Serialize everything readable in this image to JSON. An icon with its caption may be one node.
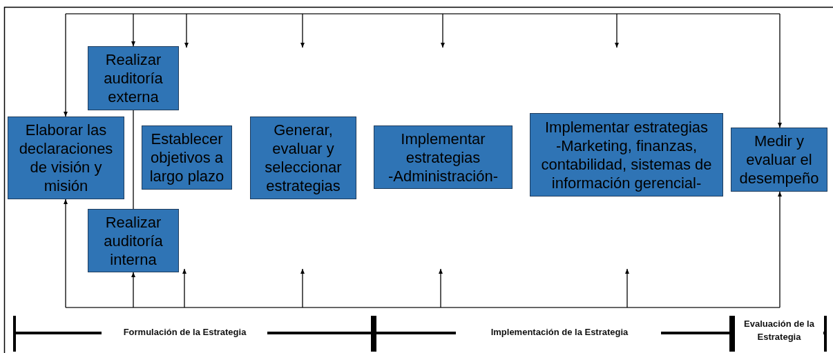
{
  "diagram": {
    "nodes": [
      {
        "text": [
          "Realizar auditoría externa"
        ]
      },
      {
        "text": [
          "Elaborar las declaraciones de visión y misión"
        ]
      },
      {
        "text": [
          "Establecer objetivos a largo plazo"
        ]
      },
      {
        "text": [
          "Generar, evaluar y seleccionar estrategias"
        ]
      },
      {
        "text": [
          "Implementar estrategias -Administración-"
        ]
      },
      {
        "text": [
          "Implementar estrategias -Marketing, finanzas, contabilidad, sistemas de información gerencial-"
        ]
      },
      {
        "text": [
          "Medir y evaluar el desempeño"
        ]
      },
      {
        "text": [
          "Realizar auditoría interna"
        ]
      }
    ],
    "edges": [
      {
        "from": null,
        "to": 0,
        "arrow": "to"
      },
      {
        "from": null,
        "to": 1,
        "arrow": "to"
      },
      {
        "from": null,
        "to": 6,
        "arrow": "to"
      },
      {
        "from": null,
        "to": 1,
        "arrow": "to"
      },
      {
        "from": null,
        "to": 7,
        "arrow": "to"
      },
      {
        "from": null,
        "to": 6,
        "arrow": "to"
      },
      {
        "from": 0,
        "to": 7,
        "arrow": "none"
      }
    ],
    "labels": [
      "Formulación de la Estrategia",
      "Implementación de la Estrategia",
      "Evaluación de la Estrategia"
    ]
  }
}
